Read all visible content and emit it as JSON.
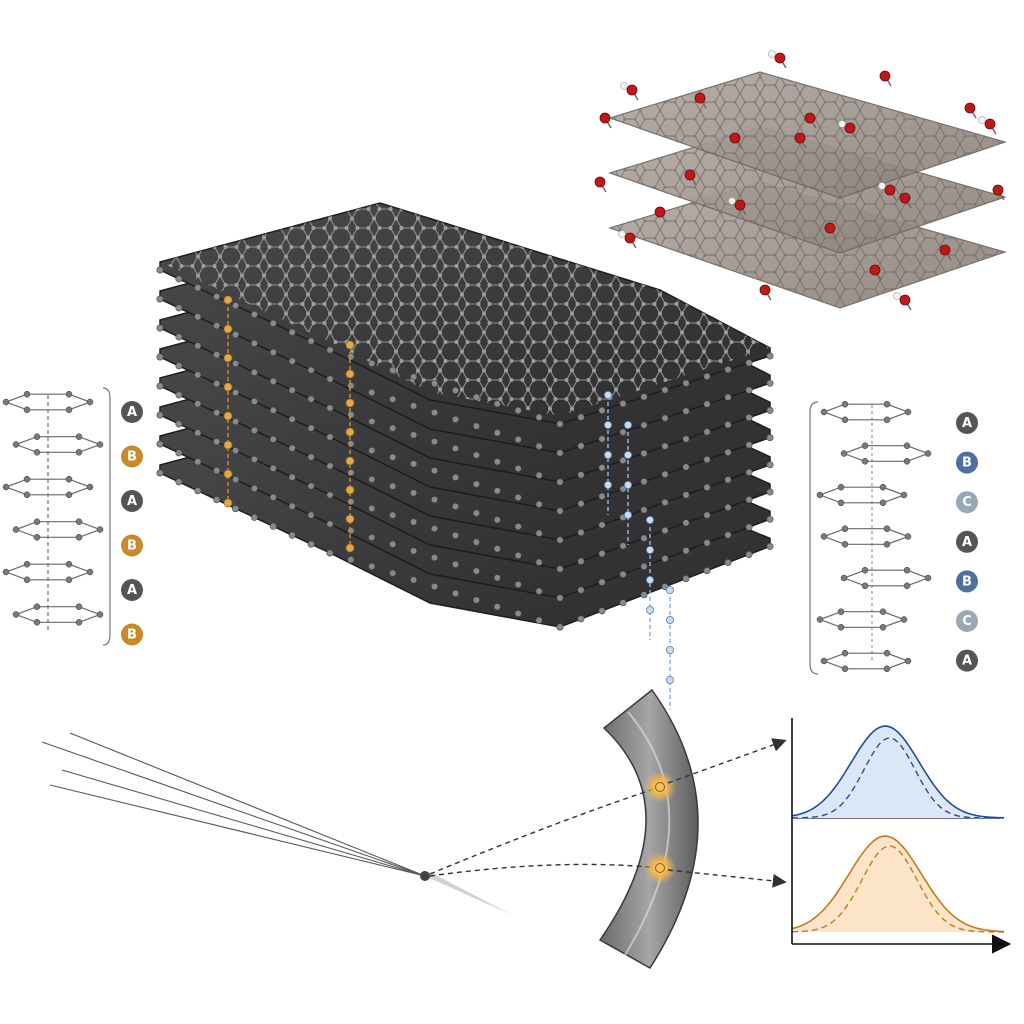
{
  "colors": {
    "graphene_sheet": "#3b3b3d",
    "carbon_atom": "#8a8a8c",
    "oxide_sheet": "#9b918a",
    "oxygen_atom": "#c01818",
    "hydrogen_atom": "#f2f2f2",
    "ab_accent": "#c88a2a",
    "abc_accent": "#8fb3d6",
    "badge_a": "#555555",
    "badge_b_ab": "#c88a2a",
    "badge_b_abc": "#4f6f9e",
    "badge_c_abc": "#9aa8b6",
    "peak_blue": "#1f4e96",
    "peak_blue_fill": "#dbe6f7",
    "peak_orange": "#c07d1e",
    "peak_orange_fill": "#fbe4c8"
  },
  "ab_stacking": {
    "layers": [
      "A",
      "B",
      "A",
      "B",
      "A",
      "B"
    ]
  },
  "abc_stacking": {
    "layers": [
      "A",
      "B",
      "C",
      "A",
      "B",
      "C",
      "A"
    ]
  },
  "graphite_stack": {
    "sheet_count": 8,
    "icon": "graphite-stack"
  },
  "oxide_stack": {
    "sheet_count": 3,
    "icon": "graphene-oxide-stack"
  },
  "diffraction": {
    "icon": "diffraction-ring",
    "plot_icon": "diffraction-peak-plot",
    "peaks": [
      {
        "name": "upper",
        "color": "blue"
      },
      {
        "name": "lower",
        "color": "orange"
      }
    ]
  }
}
